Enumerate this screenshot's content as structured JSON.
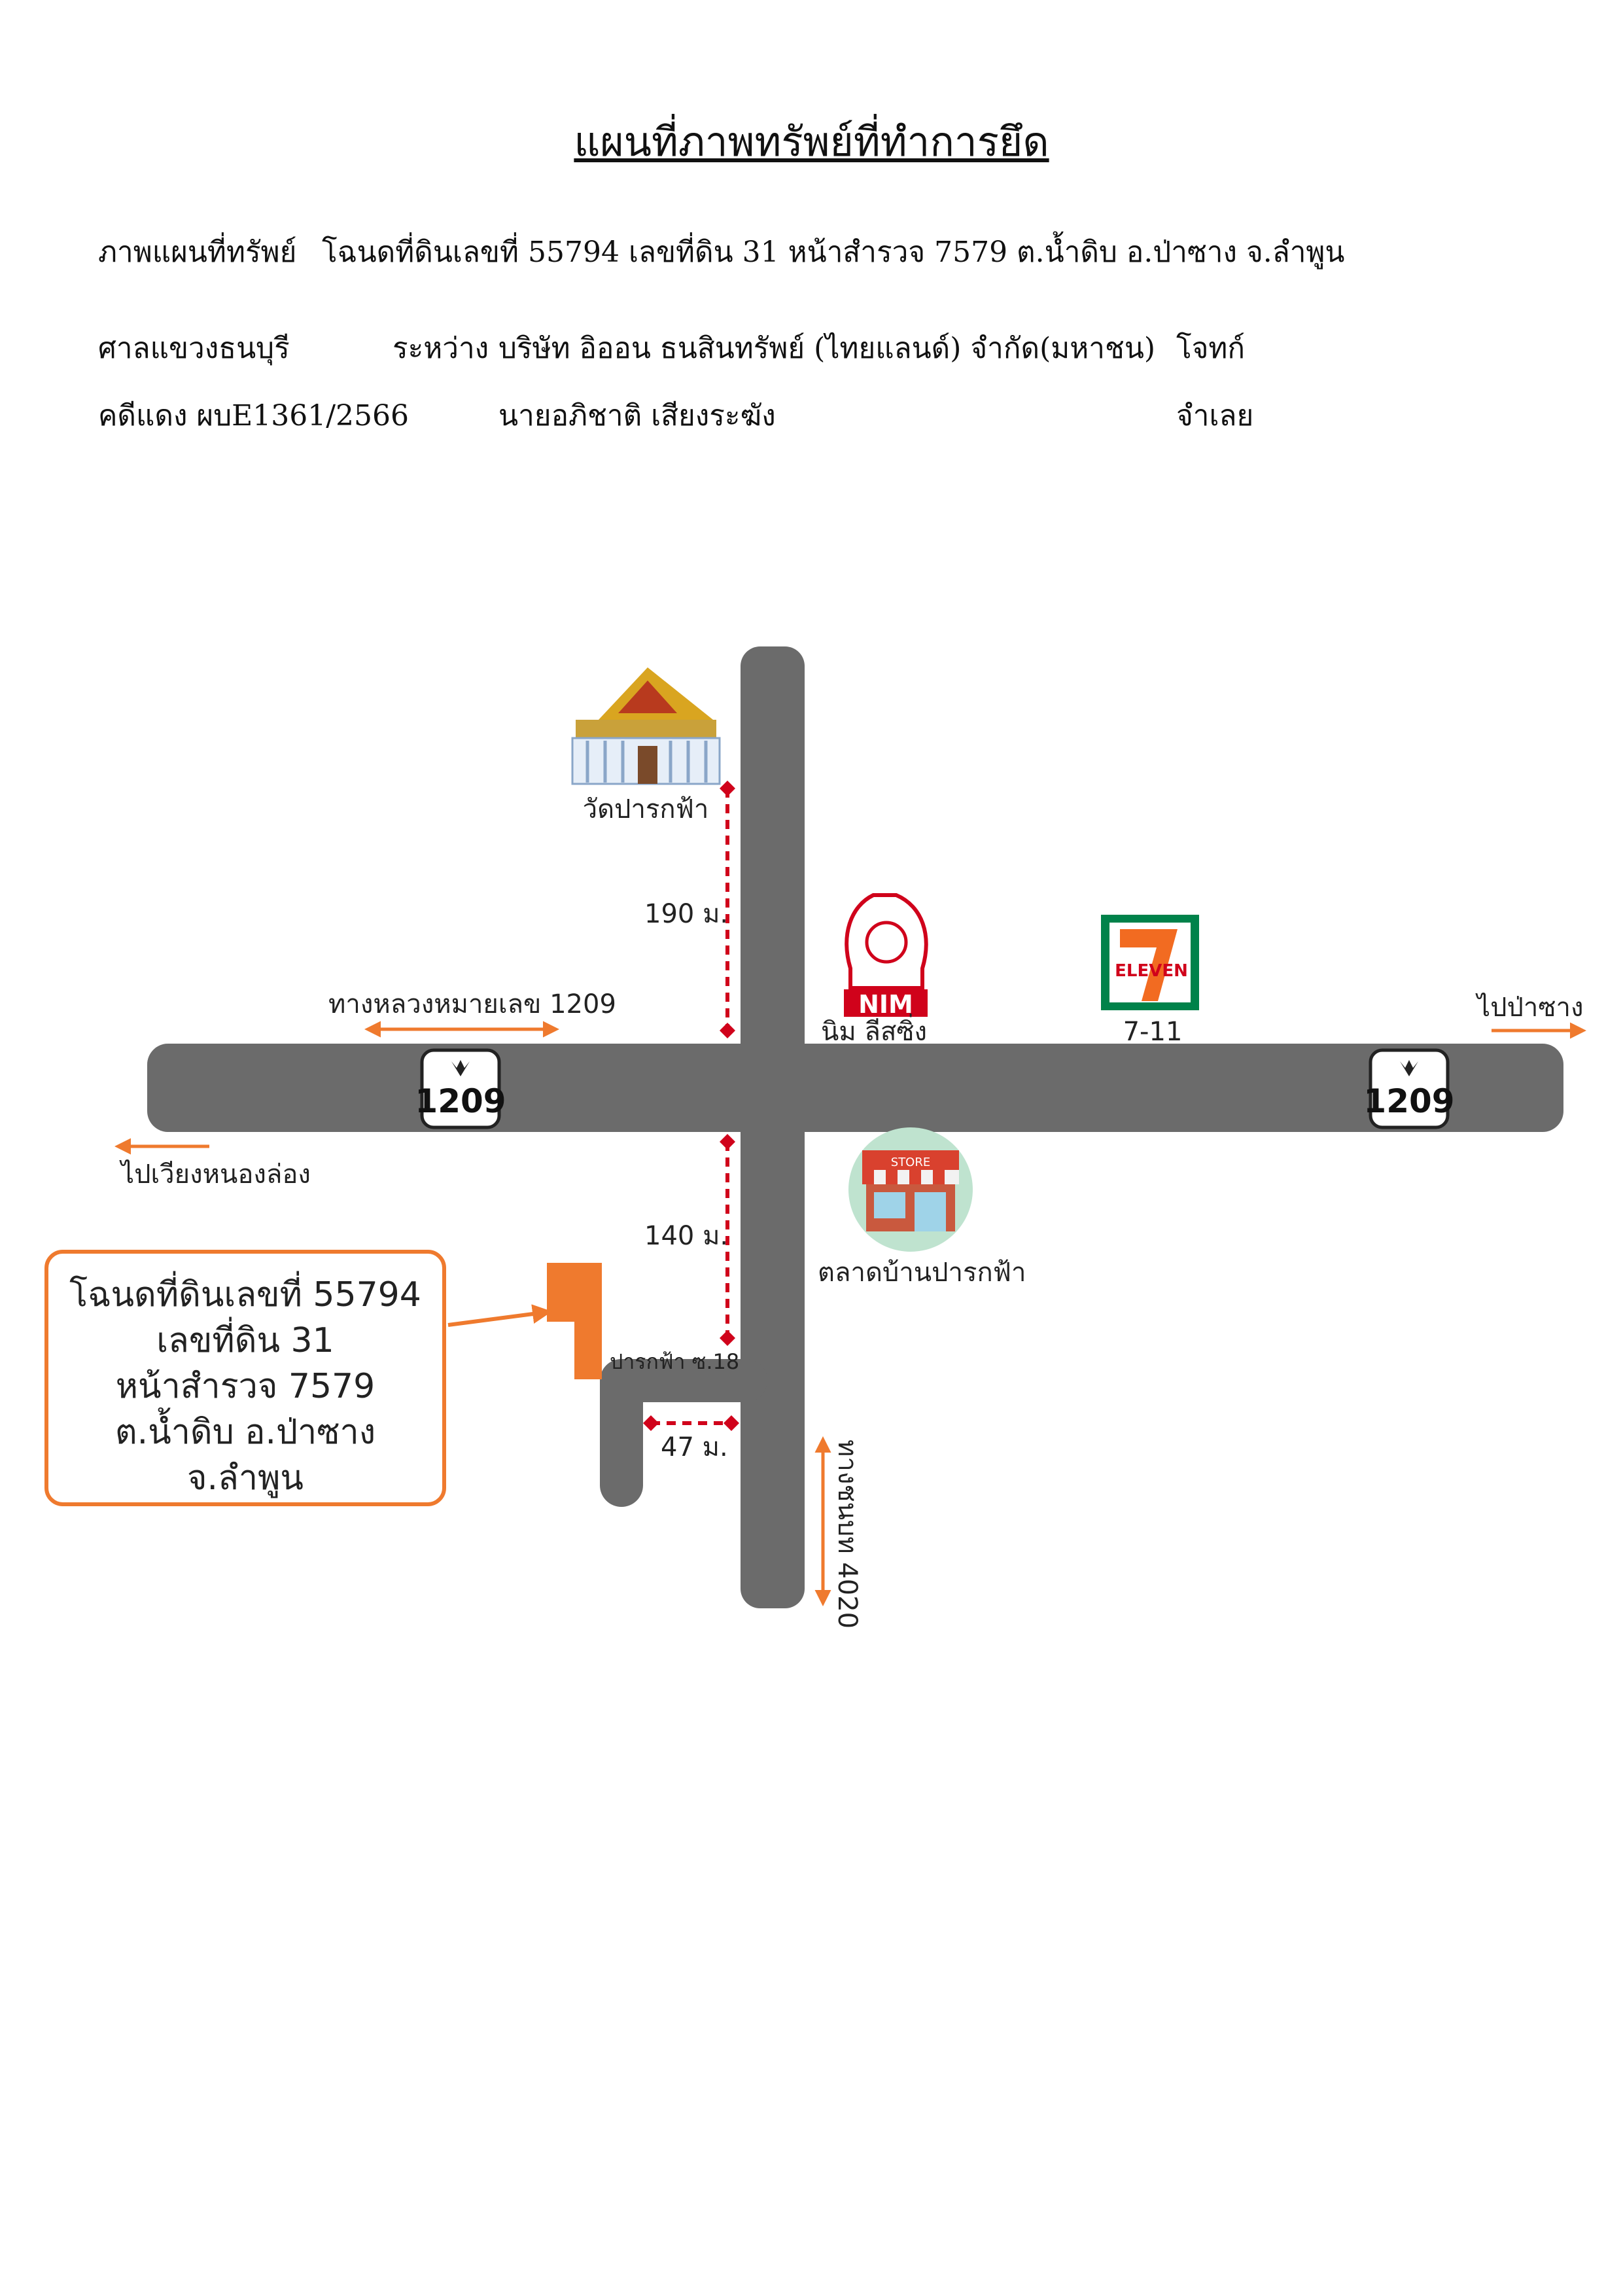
{
  "title": "แผนที่ภาพทรัพย์ที่ทำการยึด",
  "header": {
    "line1_label": "ภาพแผนที่ทรัพย์",
    "line1_value": "โฉนดที่ดินเลขที่ 55794  เลขที่ดิน 31  หน้าสำรวจ 7579 ต.น้ำดิบ อ.ป่าซาง จ.ลำพูน",
    "court": "ศาลแขวงธนบุรี",
    "between": "ระหว่าง",
    "plaintiff": "บริษัท อิออน ธนสินทรัพย์ (ไทยแลนด์) จำกัด(มหาชน)",
    "plaintiff_role": "โจทก์",
    "case_no": "คดีแดง ผบE1361/2566",
    "defendant": "นายอภิชาติ เสียงระฆัง",
    "defendant_role": "จำเลย"
  },
  "map": {
    "temple_label": "วัดปารกฟ้า",
    "dist_north": "190 ม.",
    "highway_label": "ทางหลวงหมายเลข 1209",
    "nim_logo": "NIM",
    "nim_label": "นิม ลีสซิ่ง",
    "seven_logo": "ELEVEN",
    "seven_label": "7-11",
    "to_pasang": "ไปป่าซาง",
    "shield_left": "1209",
    "shield_right": "1209",
    "to_wiang": "ไปเวียงหนองล่อง",
    "store_sign": "STORE",
    "market_label": "ตลาดบ้านปารกฟ้า",
    "dist_south": "140 ม.",
    "soi_label": "ปารกฟ้า ซ.18",
    "dist_soi": "47 ม.",
    "route_4020": "ทางชนบท 4020",
    "colors": {
      "road": "#6b6b6b",
      "accent": "#ef7a2e",
      "marker": "#d0021b",
      "seven_green": "#00824a",
      "seven_orange": "#f26b21",
      "nim_red": "#d0021b"
    },
    "callout": {
      "line1": "โฉนดที่ดินเลขที่ 55794",
      "line2": "เลขที่ดิน 31",
      "line3": "หน้าสำรวจ 7579",
      "line4": "ต.น้ำดิบ อ.ป่าซาง",
      "line5": "จ.ลำพูน"
    }
  }
}
